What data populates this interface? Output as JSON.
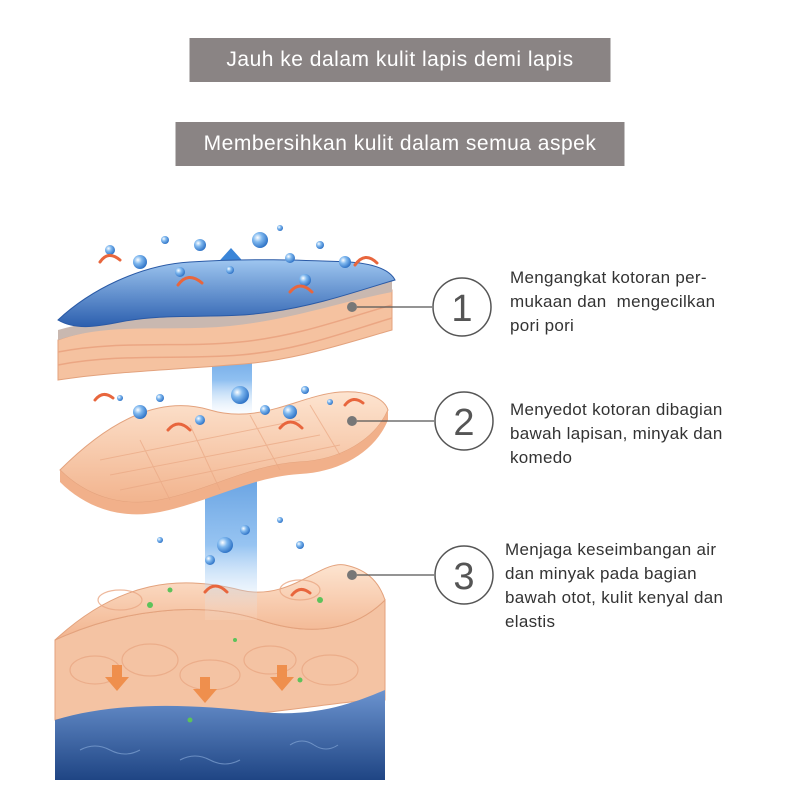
{
  "headline": "Jauh ke dalam kulit lapis demi lapis",
  "subheadline": "Membersihkan kulit dalam semua aspek",
  "layers": [
    {
      "number": "1",
      "description_lines": [
        "Mengangkat kotoran per-",
        "mukaan dan  mengecilkan",
        "pori pori"
      ]
    },
    {
      "number": "2",
      "description_lines": [
        "Menyedot kotoran dibagian",
        "bawah lapisan, minyak dan",
        "komedo"
      ]
    },
    {
      "number": "3",
      "description_lines": [
        "Menjaga keseimbangan air",
        "dan minyak pada bagian",
        "bawah otot, kulit kenyal dan",
        "elastis"
      ]
    }
  ],
  "colors": {
    "banner_bg": "#8a8484",
    "skin_blue": "#3d6fb8",
    "skin_peach": "#f6c7a6",
    "dermis_blue": "#2f5a9c",
    "arrow_blue": "#4a90e2",
    "swirl_orange": "#e8663d",
    "label_line": "#555555"
  }
}
